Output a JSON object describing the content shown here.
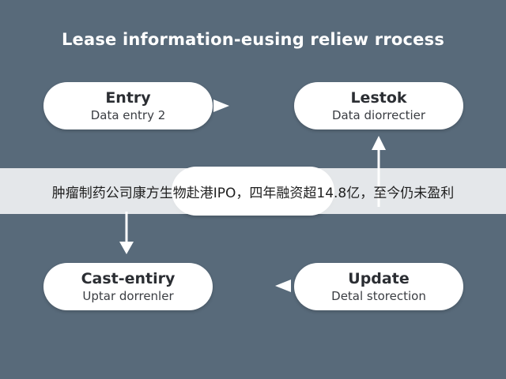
{
  "title": "Lease information-eusing reliew rrocess",
  "nodes": {
    "entry": {
      "title": "Entry",
      "subtitle": "Data entry 2"
    },
    "lestok": {
      "title": "Lestok",
      "subtitle": "Data diorrectier"
    },
    "cast_entry": {
      "title": "Cast-entiry",
      "subtitle": "Uptar dorrenler"
    },
    "update": {
      "title": "Update",
      "subtitle": "Detal storection"
    }
  },
  "banner": {
    "text": "肿瘤制药公司康方生物赴港IPO，四年融资超14.8亿，至今仍未盈利"
  },
  "colors": {
    "background": "#586a7a",
    "node_fill": "#ffffff",
    "arrow": "#ffffff"
  }
}
